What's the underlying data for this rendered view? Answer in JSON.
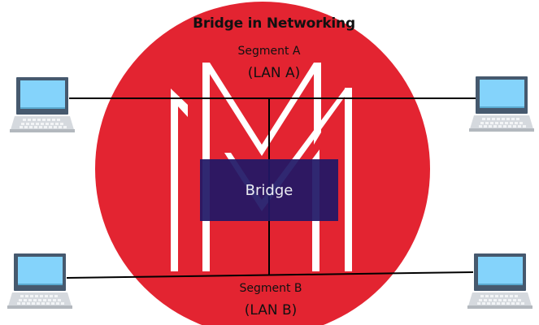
{
  "title": "Bridge in Networking",
  "segment_a": {
    "name": "Segment A",
    "lan": "(LAN A)"
  },
  "segment_b": {
    "name": "Segment B",
    "lan": "(LAN B)"
  },
  "bridge": {
    "label": "Bridge"
  },
  "devices": [
    {
      "id": "laptop-top-left",
      "icon": "laptop-icon",
      "segment": "Segment A"
    },
    {
      "id": "laptop-top-right",
      "icon": "laptop-icon",
      "segment": "Segment A"
    },
    {
      "id": "laptop-bottom-left",
      "icon": "laptop-icon",
      "segment": "Segment B"
    },
    {
      "id": "laptop-bottom-right",
      "icon": "laptop-icon",
      "segment": "Segment B"
    }
  ],
  "colors": {
    "circle": "#e32431",
    "bridge_box": "#201866",
    "m_shape": "#ffffff",
    "laptop_frame": "#46596e",
    "laptop_screen": "#84d3fb",
    "laptop_base": "#d5d9de",
    "wire": "#000000"
  }
}
